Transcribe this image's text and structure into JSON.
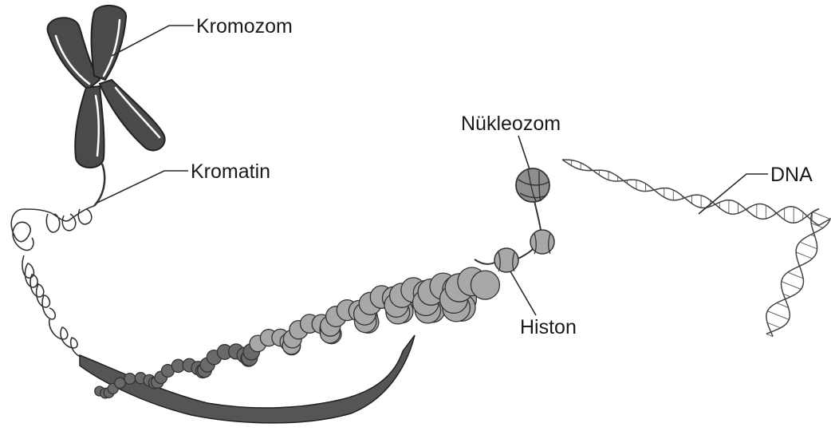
{
  "labels": {
    "chromosome": "Kromozom",
    "chromatin": "Kromatin",
    "nucleosome": "Nükleozom",
    "histone": "Histon",
    "dna": "DNA"
  },
  "colors": {
    "chromosome_fill": "#4a4a4a",
    "bead_fill": "#a8a8a8",
    "bead_dark_fill": "#6a6a6a",
    "outline": "#333333",
    "background": "#ffffff"
  }
}
